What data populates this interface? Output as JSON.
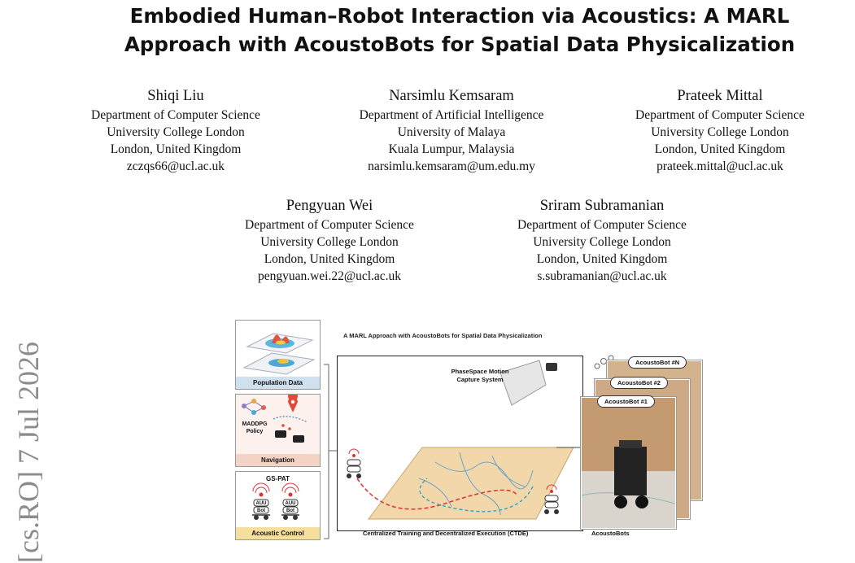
{
  "sidebar": {
    "arxiv_label": "[cs.RO] 7 Jul 2026"
  },
  "paper": {
    "title_line1": "Embodied Human–Robot Interaction via Acoustics: A MARL",
    "title_line2": "Approach with AcoustoBots for Spatial Data Physicalization"
  },
  "authors": [
    {
      "name": "Shiqi Liu",
      "dept": "Department of Computer Science",
      "inst": "University College London",
      "loc": "London, United Kingdom",
      "email": "zczqs66@ucl.ac.uk"
    },
    {
      "name": "Narsimlu Kemsaram",
      "dept": "Department of Artificial Intelligence",
      "inst": "University of Malaya",
      "loc": "Kuala Lumpur, Malaysia",
      "email": "narsimlu.kemsaram@um.edu.my"
    },
    {
      "name": "Prateek Mittal",
      "dept": "Department of Computer Science",
      "inst": "University College London",
      "loc": "London, United Kingdom",
      "email": "prateek.mittal@ucl.ac.uk"
    },
    {
      "name": "Pengyuan Wei",
      "dept": "Department of Computer Science",
      "inst": "University College London",
      "loc": "London, United Kingdom",
      "email": "pengyuan.wei.22@ucl.ac.uk"
    },
    {
      "name": "Sriram Subramanian",
      "dept": "Department of Computer Science",
      "inst": "University College London",
      "loc": "London, United Kingdom",
      "email": "s.subramanian@ucl.ac.uk"
    }
  ],
  "figure": {
    "title": "A MARL Approach with AcoustoBots for Spatial Data Physicalization",
    "panel_population": "Population Data",
    "panel_navigation": "Navigation",
    "maddpg_line1": "MADDPG",
    "maddpg_line2": "Policy",
    "gspat": "GS-PAT",
    "panel_acoustic": "Acoustic Control",
    "phasespace_line1": "PhaseSpace Motion",
    "phasespace_line2": "Capture System",
    "ctde_caption": "Centralized Training and Decentralized Execution (CTDE)",
    "card_n": "AcoustoBot #N",
    "card_2": "AcoustoBot #2",
    "card_1": "AcoustoBot #1",
    "acoustobots_caption": "AcoustoBots",
    "robot_label_top": "AUU",
    "robot_label_bottom": "Bot"
  }
}
